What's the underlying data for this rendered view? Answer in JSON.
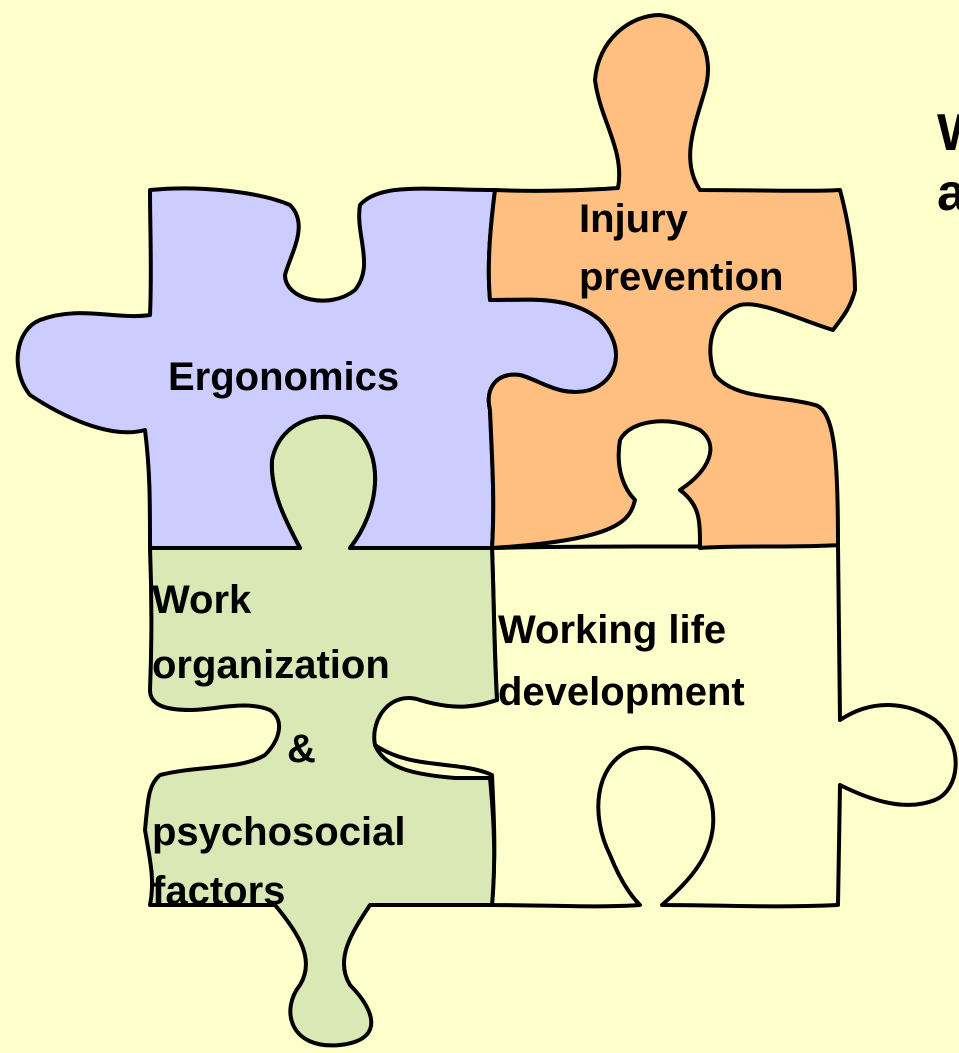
{
  "colors": {
    "background": "#ffffcc",
    "ergonomics": "#ccccff",
    "injury_prevention": "#ffbf80",
    "work_organization": "#d9e8b4",
    "working_life": "#ffffcc",
    "outline": "#000000"
  },
  "pieces": {
    "ergonomics": {
      "lines": [
        "Ergonomics"
      ]
    },
    "injury_prevention": {
      "lines": [
        "Injury",
        "prevention"
      ]
    },
    "work_organization": {
      "lines": [
        "Work",
        "organization",
        "&",
        "psychosocial",
        "factors"
      ]
    },
    "working_life": {
      "lines": [
        "Working life",
        "development"
      ]
    }
  },
  "side_text": {
    "lines": [
      "W",
      "a"
    ]
  }
}
